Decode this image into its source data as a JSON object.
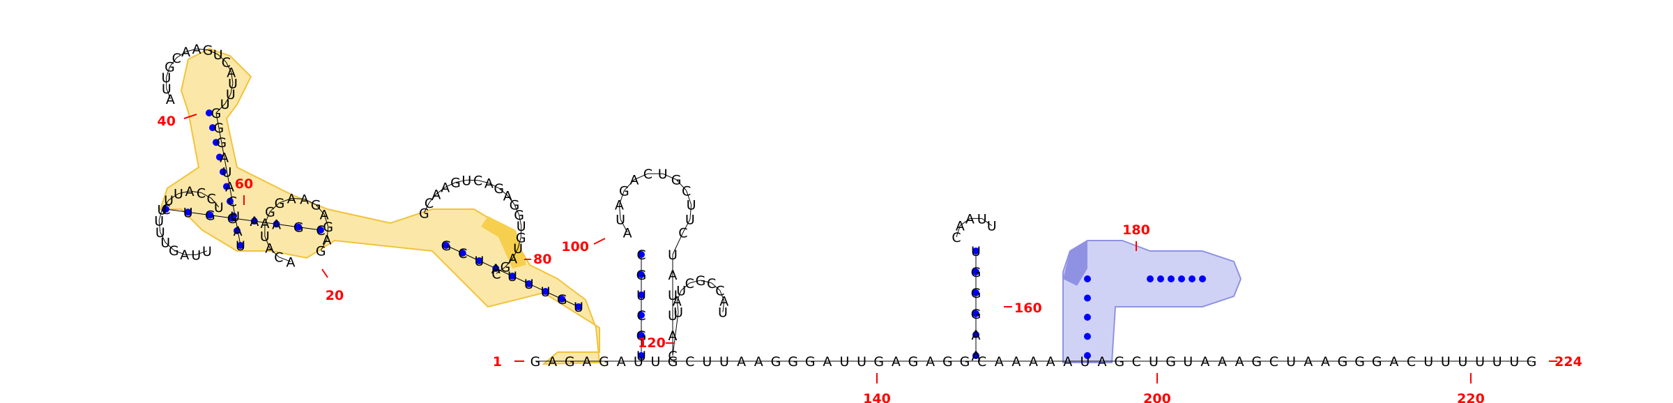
{
  "colors": {
    "highlight_yellow": "#fbe8a8",
    "highlight_yellow_edge": "#f2c23a",
    "highlight_yellow_strong": "#f7cf4e",
    "highlight_blue": "#d0d2f5",
    "highlight_blue_edge": "#8e93e0",
    "highlight_blue_strong": "#8f92e3",
    "pair_dot": "#0000ff",
    "position_label": "#ff0000"
  },
  "position_labels": [
    "1",
    "20",
    "40",
    "60",
    "80",
    "100",
    "120",
    "140",
    "160",
    "180",
    "200",
    "220",
    "224"
  ],
  "nucleotides": [
    "G",
    "A",
    "G",
    "A",
    "G",
    "A",
    "U",
    "U",
    "G",
    "C",
    "U",
    "U",
    "A",
    "A",
    "G",
    "G",
    "G",
    "A",
    "U",
    "U",
    "G",
    "A",
    "G",
    "A",
    "G",
    "G",
    "C",
    "A",
    "A",
    "A",
    "A",
    "A",
    "U",
    "A",
    "G",
    "C",
    "U",
    "G",
    "U",
    "A",
    "A",
    "A",
    "G",
    "C",
    "U",
    "A",
    "A",
    "G",
    "G",
    "G",
    "A",
    "C",
    "U",
    "U",
    "U",
    "U",
    "U",
    "U",
    "G",
    "A",
    "U",
    "U",
    "G",
    "C",
    "A",
    "A",
    "G",
    "U",
    "C",
    "A",
    "U",
    "U",
    "U",
    "G",
    "G",
    "G",
    "A",
    "U",
    "A",
    "C",
    "U",
    "A",
    "U",
    "G",
    "C",
    "A",
    "A",
    "G",
    "U",
    "C",
    "A",
    "G",
    "A",
    "G",
    "G",
    "U",
    "G",
    "U",
    "A",
    "G",
    "C",
    "G",
    "C",
    "U",
    "A",
    "U",
    "U",
    "U",
    "G",
    "U",
    "A",
    "C",
    "A",
    "U",
    "A",
    "G",
    "G",
    "A",
    "A",
    "G",
    "A",
    "G",
    "A",
    "G",
    "C",
    "U",
    "G",
    "G",
    "A",
    "A",
    "G",
    "C",
    "U",
    "U",
    "A",
    "G",
    "U",
    "U",
    "U",
    "U",
    "U",
    "U",
    "A",
    "C",
    "C",
    "U",
    "C",
    "G",
    "U",
    "C",
    "G",
    "U",
    "A",
    "U",
    "A",
    "G",
    "A",
    "C",
    "U",
    "G",
    "C",
    "U",
    "U",
    "C",
    "U",
    "A",
    "U",
    "U",
    "A",
    "C",
    "U",
    "A",
    "U",
    "C",
    "G",
    "C",
    "C",
    "A",
    "U",
    "U",
    "G",
    "G",
    "G",
    "A",
    "A",
    "C",
    "A",
    "A",
    "U",
    "U"
  ]
}
